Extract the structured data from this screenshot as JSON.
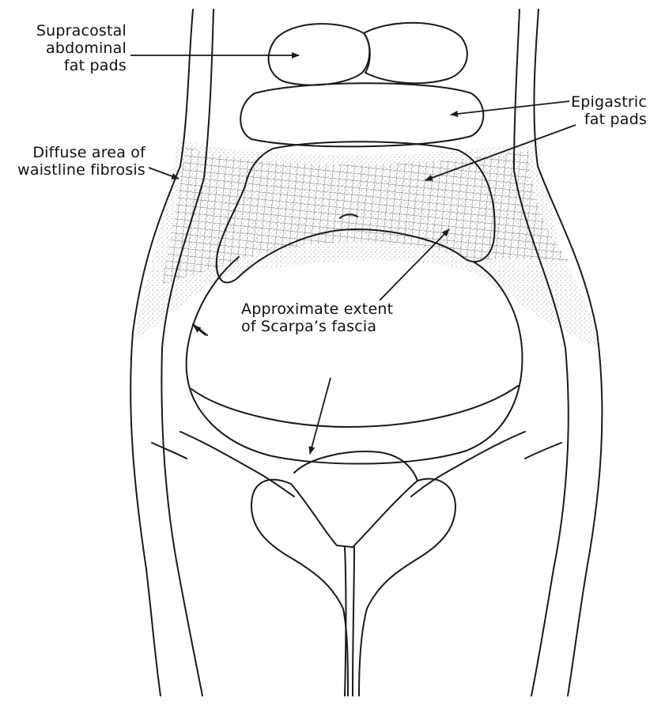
{
  "labels": {
    "supracostal": [
      "Supracostal",
      "abdominal",
      "fat pads"
    ],
    "epigastric": [
      "Epigastric",
      "fat pads"
    ],
    "fibrosis": [
      "Diffuse area of",
      "waistline fibrosis"
    ],
    "scarpa": [
      "Approximate extent",
      "of  Scarpa’s fascia"
    ]
  },
  "colors": {
    "line": "#1a1a1a",
    "hatch": "#6e6e6e",
    "stipple": "#9a9a9a"
  }
}
